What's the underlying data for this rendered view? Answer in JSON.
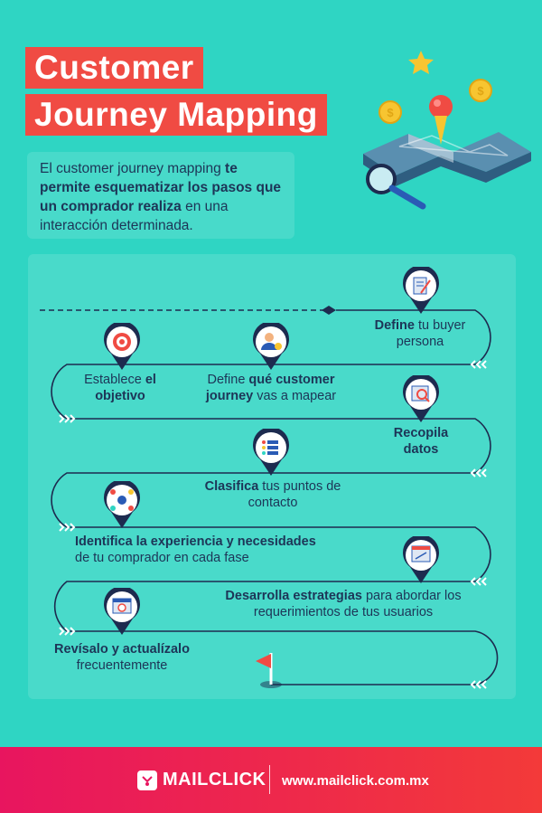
{
  "title": {
    "line1": "Customer",
    "line2": "Journey Mapping"
  },
  "intro": {
    "part1": "El customer journey mapping ",
    "bold": "te permite esquematizar los pasos que un comprador realiza",
    "part2": " en una interacción determinada."
  },
  "steps": [
    {
      "bold": "Define",
      "rest": " tu buyer persona",
      "icon": "persona-document-icon"
    },
    {
      "pre": "Define ",
      "bold": "qué customer journey",
      "rest": " vas a mapear",
      "icon": "customer-avatar-icon"
    },
    {
      "pre": "Establece ",
      "bold": "el objetivo",
      "rest": "",
      "icon": "target-icon"
    },
    {
      "bold": "Recopila datos",
      "rest": "",
      "icon": "data-search-icon"
    },
    {
      "bold": "Clasifica",
      "rest": " tus puntos de contacto",
      "icon": "list-icon"
    },
    {
      "bold": "Identifica la experiencia y necesidades",
      "rest": "de tu comprador en cada fase",
      "icon": "network-icon"
    },
    {
      "bold": "Desarrolla estrategias",
      "rest": " para abordar los requerimientos de tus usuarios",
      "icon": "strategy-board-icon"
    },
    {
      "bold": "Revísalo y actualízalo",
      "rest": "frecuentemente",
      "icon": "calendar-clock-icon"
    }
  ],
  "footer": {
    "brand": "MAILCLICK",
    "url": "www.mailclick.com.mx"
  },
  "colors": {
    "background": "#2fd5c3",
    "title_bg": "#f04b43",
    "text": "#1d3557",
    "pin": "#1d2b4f",
    "footer_start": "#e8155f",
    "footer_end": "#f33a39"
  }
}
